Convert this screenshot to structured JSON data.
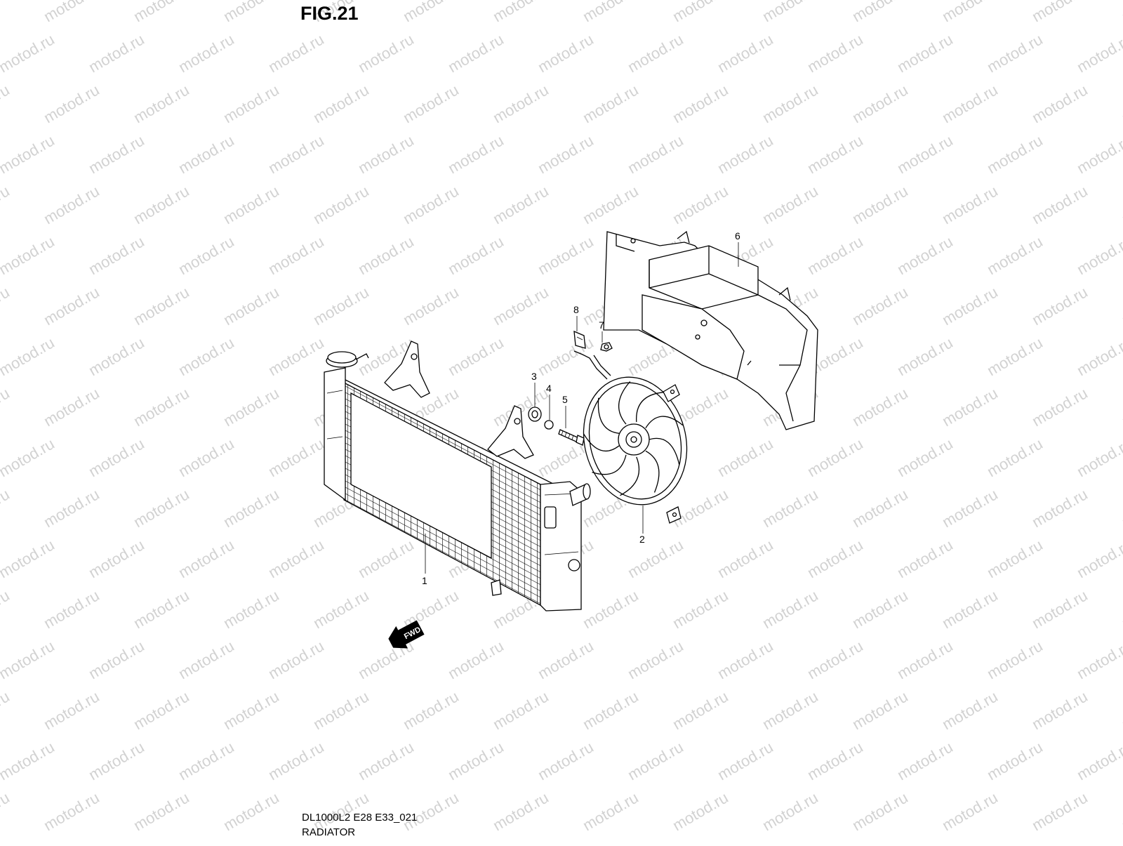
{
  "figure": {
    "label": "FIG.21"
  },
  "caption": {
    "code": "DL1000L2 E28 E33_021",
    "name": "RADIATOR"
  },
  "watermark": {
    "text": "motod.ru"
  },
  "direction_marker": {
    "text": "FWD"
  },
  "callouts": [
    {
      "id": "1",
      "label": "1"
    },
    {
      "id": "2",
      "label": "2"
    },
    {
      "id": "3",
      "label": "3"
    },
    {
      "id": "4",
      "label": "4"
    },
    {
      "id": "5",
      "label": "5"
    },
    {
      "id": "6",
      "label": "6"
    },
    {
      "id": "7",
      "label": "7"
    },
    {
      "id": "8",
      "label": "8"
    }
  ]
}
